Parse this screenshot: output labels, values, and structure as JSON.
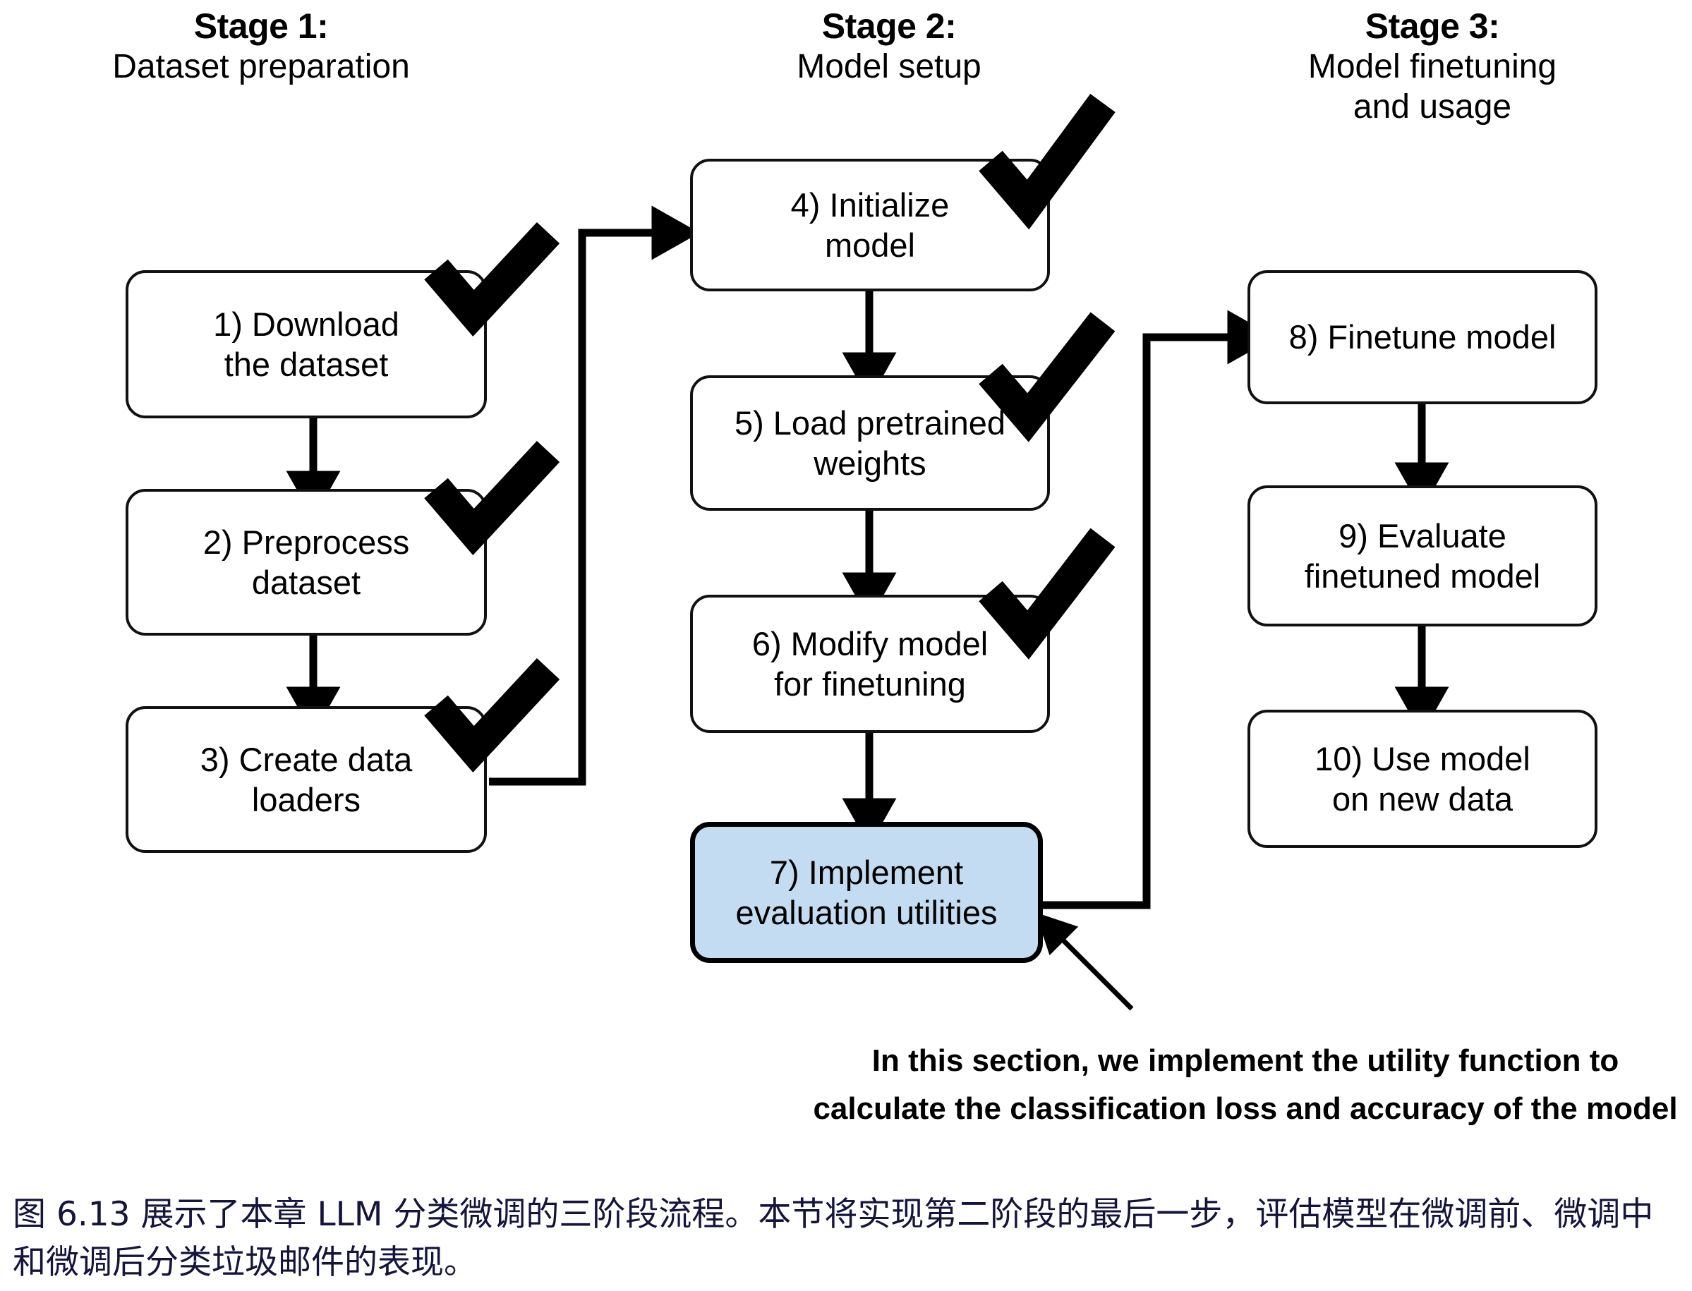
{
  "figure": {
    "stages": [
      {
        "id": "stage-1",
        "title": "Stage 1:",
        "subtitle": "Dataset preparation"
      },
      {
        "id": "stage-2",
        "title": "Stage 2:",
        "subtitle": "Model setup"
      },
      {
        "id": "stage-3",
        "title": "Stage 3:",
        "subtitle": "Model finetuning and usage",
        "subtitle_line1": "Model finetuning",
        "subtitle_line2": "and usage"
      }
    ],
    "nodes": [
      {
        "id": "node-1",
        "line1": "1) Download",
        "line2": "the dataset",
        "checked": true,
        "highlighted": false
      },
      {
        "id": "node-2",
        "line1": "2) Preprocess",
        "line2": "dataset",
        "checked": true,
        "highlighted": false
      },
      {
        "id": "node-3",
        "line1": "3) Create data",
        "line2": "loaders",
        "checked": true,
        "highlighted": false
      },
      {
        "id": "node-4",
        "line1": "4) Initialize",
        "line2": "model",
        "checked": true,
        "highlighted": false
      },
      {
        "id": "node-5",
        "line1": "5) Load pretrained",
        "line2": "weights",
        "checked": true,
        "highlighted": false
      },
      {
        "id": "node-6",
        "line1": "6) Modify model",
        "line2": "for finetuning",
        "checked": true,
        "highlighted": false
      },
      {
        "id": "node-7",
        "line1": "7) Implement",
        "line2": "evaluation utilities",
        "checked": false,
        "highlighted": true
      },
      {
        "id": "node-8",
        "line1": "8) Finetune model",
        "line2": "",
        "checked": false,
        "highlighted": false
      },
      {
        "id": "node-9",
        "line1": "9) Evaluate",
        "line2": "finetuned model",
        "checked": false,
        "highlighted": false
      },
      {
        "id": "node-10",
        "line1": "10) Use model",
        "line2": "on new data",
        "checked": false,
        "highlighted": false
      }
    ],
    "callout": {
      "line1": "In this section, we implement the utility function to",
      "line2": "calculate the classification loss and accuracy of the model"
    },
    "caption_cn": "图 6.13 展示了本章 LLM 分类微调的三阶段流程。本节将实现第二阶段的最后一步，评估模型在微调前、微调中和微调后分类垃圾邮件的表现。",
    "colors": {
      "highlight_fill": "#c4dcf1",
      "stroke": "#111111",
      "caption_text": "#14143c",
      "background": "#ffffff"
    }
  }
}
